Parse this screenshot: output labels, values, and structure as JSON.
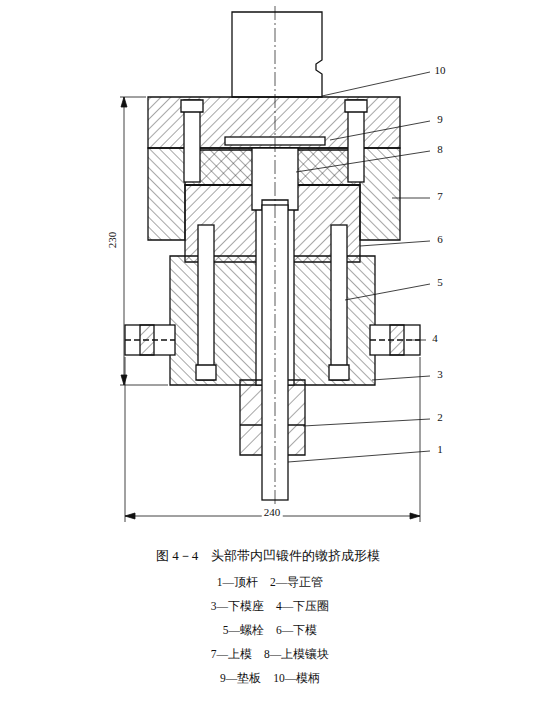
{
  "diagram": {
    "caption": "图 4－4　头部带内凹锻件的镦挤成形模",
    "labels": [
      "10",
      "9",
      "8",
      "7",
      "6",
      "5",
      "4",
      "3",
      "2",
      "1",
      "230",
      "240",
      "1—顶杆　2—导正管",
      "3—下模座　4—下压圈",
      "5—螺栓　6—下模",
      "7—上模　8—上模镶块",
      "9—垫板　10—模柄"
    ]
  }
}
